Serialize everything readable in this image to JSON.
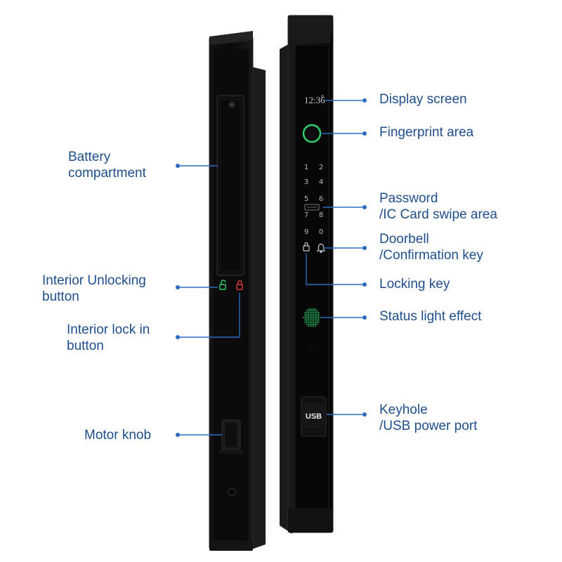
{
  "colors": {
    "label_text": "#1f4e8c",
    "leader_line": "#2d6cc0",
    "lock_body": "#0c0c0e",
    "fingerprint_ring": "#2fd46a",
    "interior_unlock_icon": "#2fd46a",
    "interior_lock_icon": "#e03a3a"
  },
  "device": {
    "display_time": "12:36",
    "keypad": [
      [
        "1",
        "2"
      ],
      [
        "3",
        "4"
      ],
      [
        "5",
        "6"
      ],
      [
        "7",
        "8"
      ],
      [
        "9",
        "0"
      ]
    ],
    "usb_label": "USB"
  },
  "callouts": {
    "battery": [
      "Battery",
      "compartment"
    ],
    "interior_unlock": [
      "Interior Unlocking",
      "button"
    ],
    "interior_lock": [
      "Interior lock in",
      "button"
    ],
    "motor_knob": [
      "Motor knob"
    ],
    "display": [
      "Display screen"
    ],
    "fingerprint": [
      "Fingerprint area"
    ],
    "password": [
      "Password",
      "/IC Card swipe area"
    ],
    "doorbell": [
      "Doorbell",
      "/Confirmation key"
    ],
    "locking_key": [
      "Locking key"
    ],
    "status_light": [
      "Status light effect"
    ],
    "keyhole": [
      "Keyhole",
      "/USB power port"
    ]
  }
}
